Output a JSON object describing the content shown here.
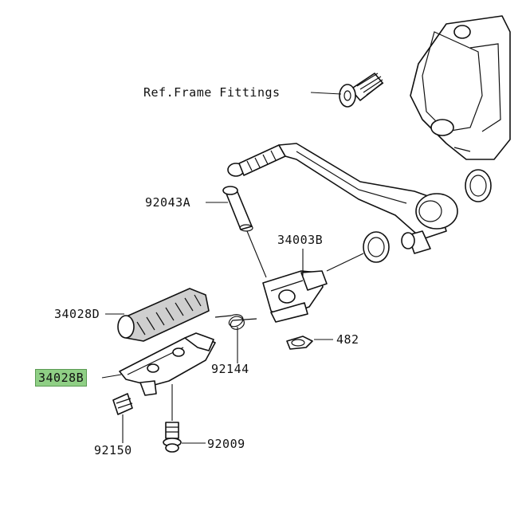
{
  "diagram": {
    "highlight_color": "#8fcf85",
    "callouts": [
      {
        "id": "ref-frame-fittings",
        "label": "Ref.Frame Fittings",
        "highlighted": false
      },
      {
        "id": "92043a",
        "label": "92043A",
        "highlighted": false
      },
      {
        "id": "34003b",
        "label": "34003B",
        "highlighted": false
      },
      {
        "id": "34028d",
        "label": "34028D",
        "highlighted": false
      },
      {
        "id": "482",
        "label": "482",
        "highlighted": false
      },
      {
        "id": "34028b",
        "label": "34028B",
        "highlighted": true
      },
      {
        "id": "92144",
        "label": "92144",
        "highlighted": false
      },
      {
        "id": "92150",
        "label": "92150",
        "highlighted": false
      },
      {
        "id": "92009",
        "label": "92009",
        "highlighted": false
      }
    ]
  }
}
